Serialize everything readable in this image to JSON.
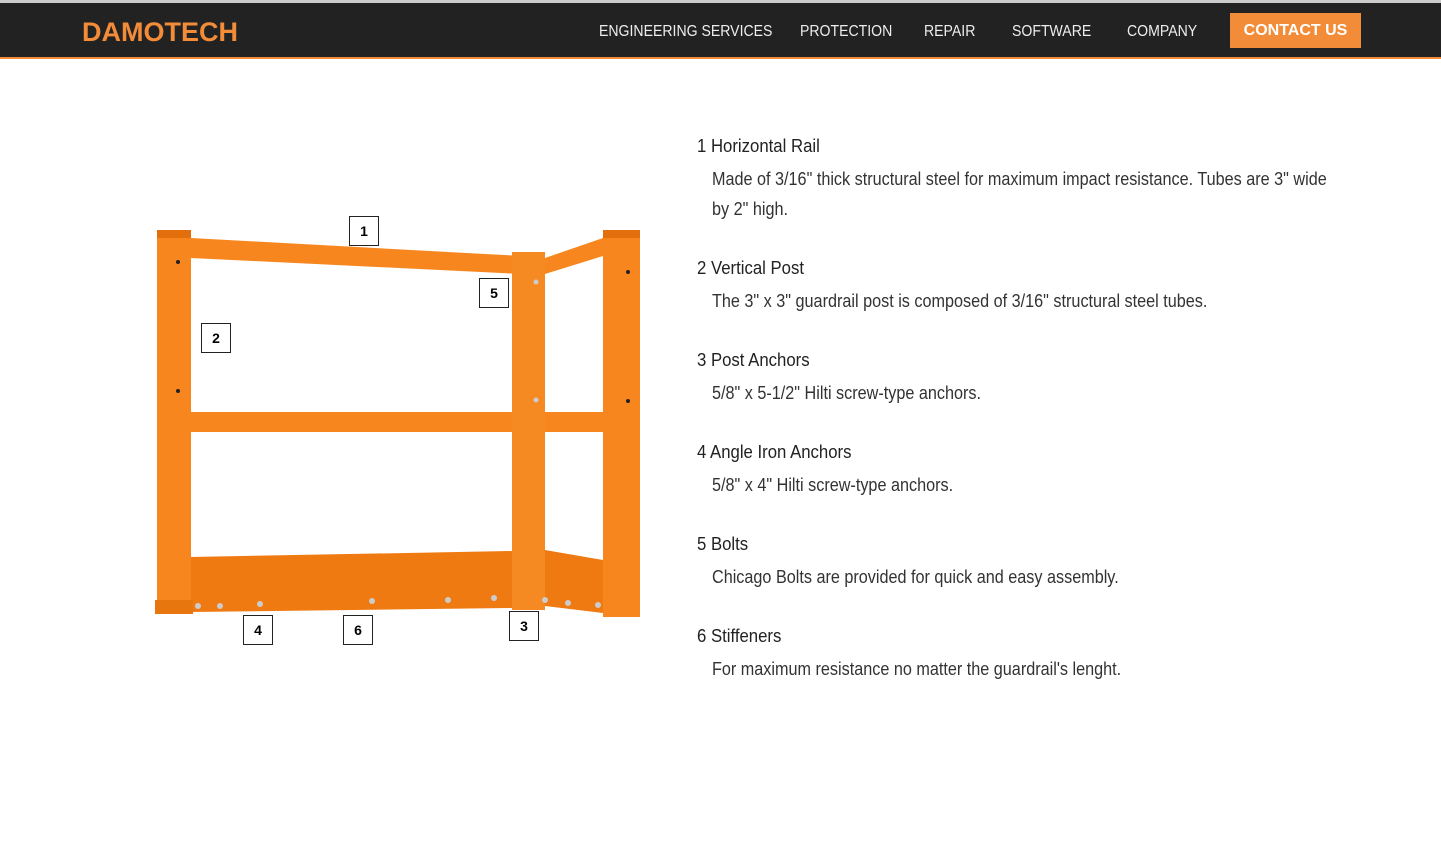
{
  "header": {
    "logo": "DAMOTECH",
    "nav": [
      "ENGINEERING SERVICES",
      "PROTECTION",
      "REPAIR",
      "SOFTWARE",
      "COMPANY"
    ],
    "contact": "CONTACT US"
  },
  "figure": {
    "labels": [
      "1",
      "2",
      "3",
      "4",
      "5",
      "6"
    ]
  },
  "parts": [
    {
      "title": "1 Horizontal Rail",
      "desc": "Made of 3/16\" thick structural steel for maximum impact resistance. Tubes are 3\" wide by 2\" high."
    },
    {
      "title": "2 Vertical Post",
      "desc": "The 3\" x 3\" guardrail post is composed of 3/16\" structural steel tubes."
    },
    {
      "title": "3 Post Anchors",
      "desc": "5/8\" x 5-1/2\" Hilti screw-type anchors."
    },
    {
      "title": "4 Angle Iron Anchors",
      "desc": "5/8\" x 4\" Hilti screw-type anchors."
    },
    {
      "title": "5 Bolts",
      "desc": "Chicago Bolts are provided for quick and easy assembly."
    },
    {
      "title": "6 Stiffeners",
      "desc": "For maximum resistance no matter the guardrail's lenght."
    }
  ],
  "colors": {
    "accent": "#f28c38",
    "header": "#222222"
  }
}
